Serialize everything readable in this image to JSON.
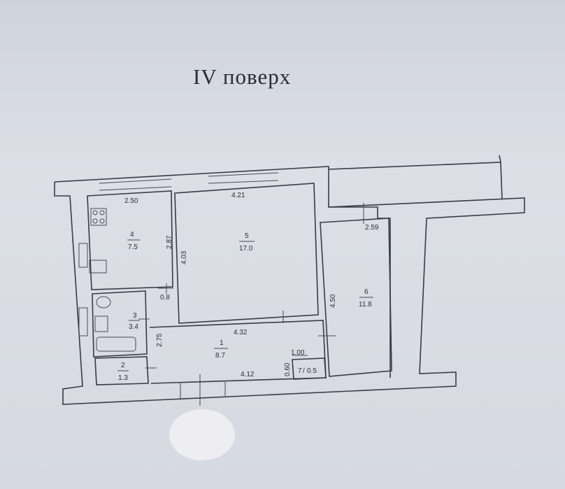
{
  "title": "IV поверх",
  "rooms": [
    {
      "number": "1",
      "area": "8.7"
    },
    {
      "number": "2",
      "area": "1.3"
    },
    {
      "number": "3",
      "area": "3.4"
    },
    {
      "number": "4",
      "area": "7.5"
    },
    {
      "number": "5",
      "area": "17.0"
    },
    {
      "number": "6",
      "area": "11.8"
    },
    {
      "number": "7",
      "area": "0.5"
    }
  ],
  "dimensions": [
    "2.50",
    "2.87",
    "4.21",
    "4.03",
    "0.8",
    "2.59",
    "4.50",
    "4.32",
    "2.75",
    "1.00",
    "0.60",
    "4.12"
  ]
}
